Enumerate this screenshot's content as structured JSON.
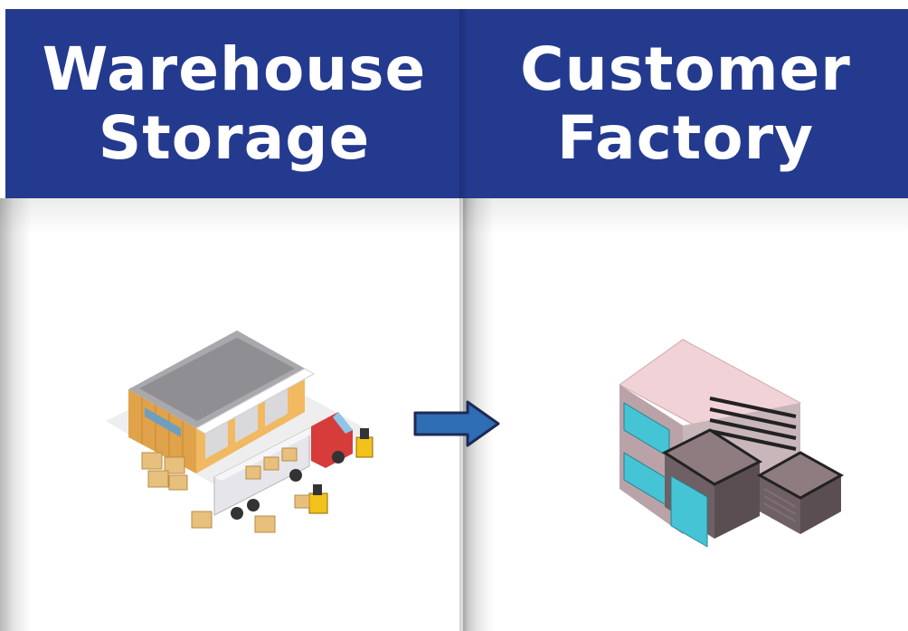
{
  "panels": [
    {
      "title_line1": "Warehouse",
      "title_line2": "Storage",
      "illustration": "warehouse-loading-dock-icon"
    },
    {
      "title_line1": "Customer",
      "title_line2": "Factory",
      "illustration": "factory-building-icon"
    }
  ],
  "flow": {
    "from": "Warehouse Storage",
    "to": "Customer Factory",
    "icon": "right-arrow-icon"
  },
  "colors": {
    "header_background": "#243a8f",
    "header_text": "#ffffff",
    "arrow_fill": "#2f6db5",
    "arrow_stroke": "#1e2a55"
  }
}
